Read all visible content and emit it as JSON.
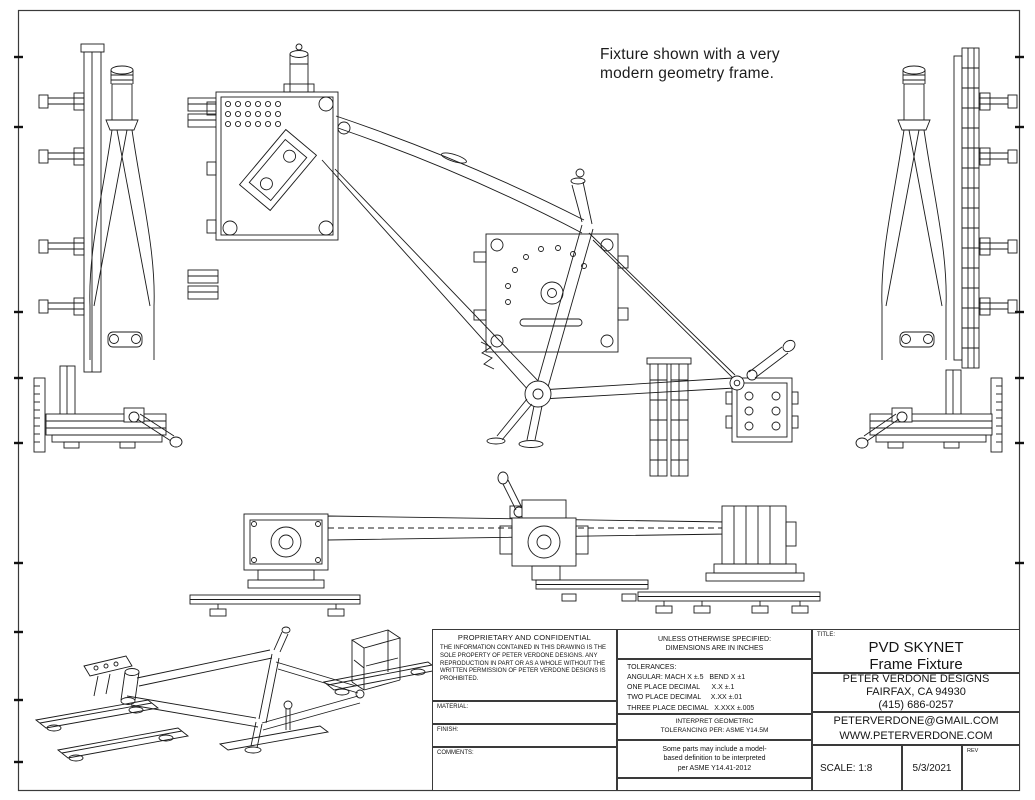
{
  "colors": {
    "line": "#1b1b1b",
    "paper": "#ffffff"
  },
  "annotation": {
    "text": "Fixture shown with a very\nmodern geometry frame."
  },
  "title_block": {
    "proprietary": {
      "heading": "PROPRIETARY AND CONFIDENTIAL",
      "body": "THE INFORMATION CONTAINED IN THIS DRAWING IS THE SOLE PROPERTY OF PETER VERDONE DESIGNS.  ANY  REPRODUCTION IN PART OR AS A WHOLE WITHOUT THE WRITTEN PERMISSION OF PETER VERDONE DESIGNS IS PROHIBITED."
    },
    "fields": {
      "material_label": "MATERIAL:",
      "finish_label": "FINISH:",
      "comments_label": "COMMENTS:"
    },
    "specs": {
      "unless": "UNLESS OTHERWISE SPECIFIED:\nDIMENSIONS ARE IN INCHES",
      "tolerances": "TOLERANCES:\nANGULAR: MACH X ±.5   BEND X ±1\nONE PLACE DECIMAL      X.X ±.1\nTWO PLACE DECIMAL     X.XX ±.01\nTHREE PLACE DECIMAL   X.XXX ±.005",
      "interpret": "INTERPRET GEOMETRIC\nTOLERANCING PER: ASME Y14.5M",
      "mbd_note": "Some parts may include a model-\nbased definition to be interpreted\nper ASME Y14.41-2012"
    },
    "title": {
      "label": "TITLE:",
      "line1": "PVD SKYNET",
      "line2": "Frame Fixture",
      "company": "PETER VERDONE DESIGNS\nFAIRFAX, CA 94930\n(415) 686-0257",
      "contact": "PETERVERDONE@GMAIL.COM\nWWW.PETERVERDONE.COM",
      "scale": "SCALE: 1:8",
      "date": "5/3/2021",
      "rev_label": "REV"
    }
  }
}
